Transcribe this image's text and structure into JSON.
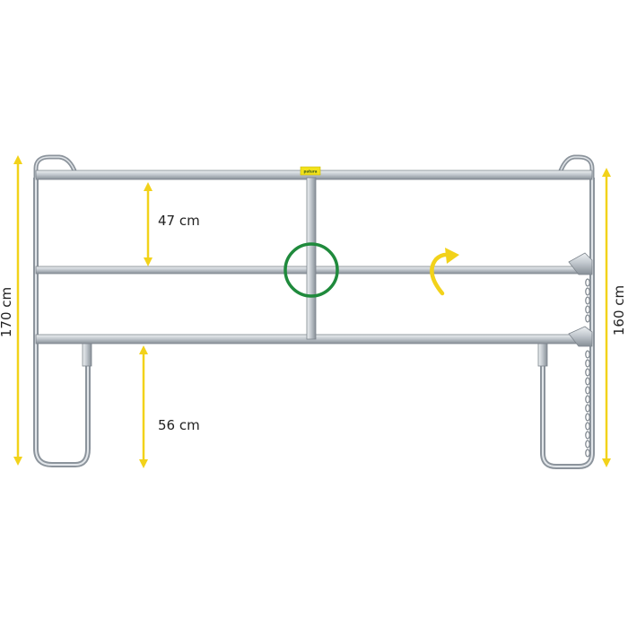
{
  "brand": {
    "label": "patura"
  },
  "dimensions": {
    "bar_spacing": "47 cm",
    "ground_clearance": "56 cm",
    "total_height": "170 cm",
    "end_height": "160 cm"
  },
  "icons": {
    "highlight": "center-joint-circle-icon",
    "swing": "swing-direction-arrow-icon",
    "dimension": "dimension-arrow-icon"
  },
  "colors": {
    "background": "#ffffff",
    "metal_light": "#d4d9de",
    "metal_mid": "#a9b0b8",
    "metal_dark": "#7c848c",
    "dimension_arrow": "#f2d21a",
    "highlight_circle": "#1f8a3c",
    "brand_tag": "#f2e21a",
    "label_text": "#222222"
  }
}
